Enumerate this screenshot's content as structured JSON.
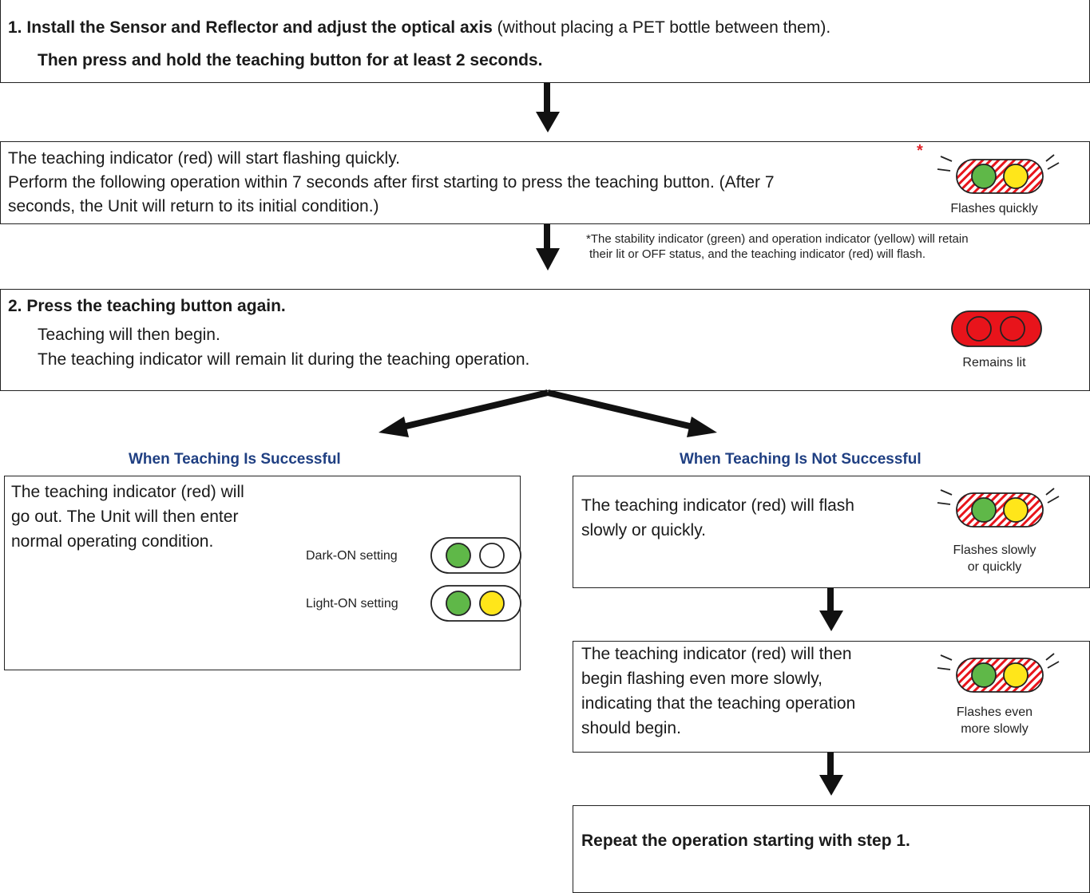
{
  "step1": {
    "number": "1.",
    "bold_text": "Install the Sensor and Reflector and adjust the optical axis",
    "normal_text": " (without placing a PET bottle between them).",
    "line2": "Then press and hold the teaching button for at least 2 seconds."
  },
  "flash_box": {
    "line1": "The teaching indicator (red) will start flashing quickly.",
    "line2": "Perform the following operation within 7 seconds after first starting to press the teaching button. (After 7",
    "line3": "seconds, the Unit will return to its initial condition.)",
    "asterisk": "*",
    "indicator_caption": "Flashes quickly"
  },
  "footnote": {
    "line1": "*The stability indicator (green) and operation indicator (yellow) will retain",
    "line2": "their lit or OFF status, and the teaching indicator (red) will flash."
  },
  "step2": {
    "number": "2.",
    "title": "Press the teaching button again.",
    "line2": "Teaching will then begin.",
    "line3": "The teaching indicator will remain lit during the teaching operation.",
    "indicator_caption": "Remains lit"
  },
  "success": {
    "heading": "When Teaching Is Successful",
    "line1": "The teaching indicator (red) will",
    "line2": "go out. The Unit will then enter",
    "line3": "normal operating condition.",
    "dark_on_label": "Dark-ON setting",
    "light_on_label": "Light-ON setting"
  },
  "failure": {
    "heading": "When Teaching Is Not Successful",
    "line1": "The teaching indicator (red) will flash",
    "line2": "slowly or quickly.",
    "caption_line1": "Flashes slowly",
    "caption_line2": "or quickly"
  },
  "slow_flash": {
    "line1": "The teaching indicator (red) will then",
    "line2": "begin flashing even more slowly,",
    "line3": "indicating that the teaching operation",
    "line4": "should begin.",
    "caption_line1": "Flashes even",
    "caption_line2": "more slowly"
  },
  "repeat": {
    "text": "Repeat the operation starting with step 1."
  },
  "colors": {
    "heading_blue": "#1f3f82",
    "indicator_red": "#e8141b",
    "indicator_green": "#5fb848",
    "indicator_yellow": "#ffe61a",
    "asterisk_red": "#e0242a"
  }
}
